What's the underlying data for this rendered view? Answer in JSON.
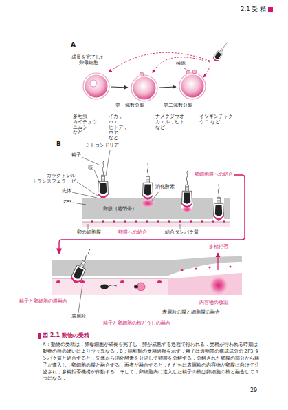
{
  "diagram": {
    "caption": "図 2.1 動物の受精",
    "labels": [
      "2.1 受 精",
      "A",
      "成長を完了した 卵母細胞",
      "極体",
      "第一減数分裂",
      "第二減数分裂",
      "多毛虫 カイチュウ ユムシ など",
      "イカ，ハエ ヒトデ，ホヤ など",
      "ナメクジウオ カエル，ヒト など",
      "イソギンチャク ウニ など",
      "B",
      "精子",
      "ミトコンドリア",
      "核",
      "ガラクトシル トランスフェラーゼ",
      "先体",
      "ZP3",
      "卵膜（透明帯）",
      "消化酵素",
      "卵細胞膜への結合",
      "卵の細胞膜",
      "卵膜への結合",
      "結合タンパク質",
      "多精拒否",
      "精子と卵細胞の膜融合",
      "表層粒",
      "内容物の放出",
      "表層粒の膜と細胞膜の融合",
      "精子と卵細胞の核どうしの融合",
      "A：動物の受精は，卵母細胞が成長を完了し，卵が成熟する過程で行われる．受精が行われる時期は動物の種の違いにより少々異なる．B：哺乳類の受精過程を示す．精子は透明帯の構成成分の ZP3 タンパク質と結合すると，先体から消化酵素を分泌して卵膜を分解する．分解された卵膜の部分から精子が進入し，卵細胞の膜と融合する．両者が融合すると，ただちに表層粒の内容物が卵膜に向けて分泌され，多精拒否機構が作動する．そして，卵細胞内に進入した精子の核は卵細胞の核と融合して 1 つになる．",
      "29"
    ]
  }
}
